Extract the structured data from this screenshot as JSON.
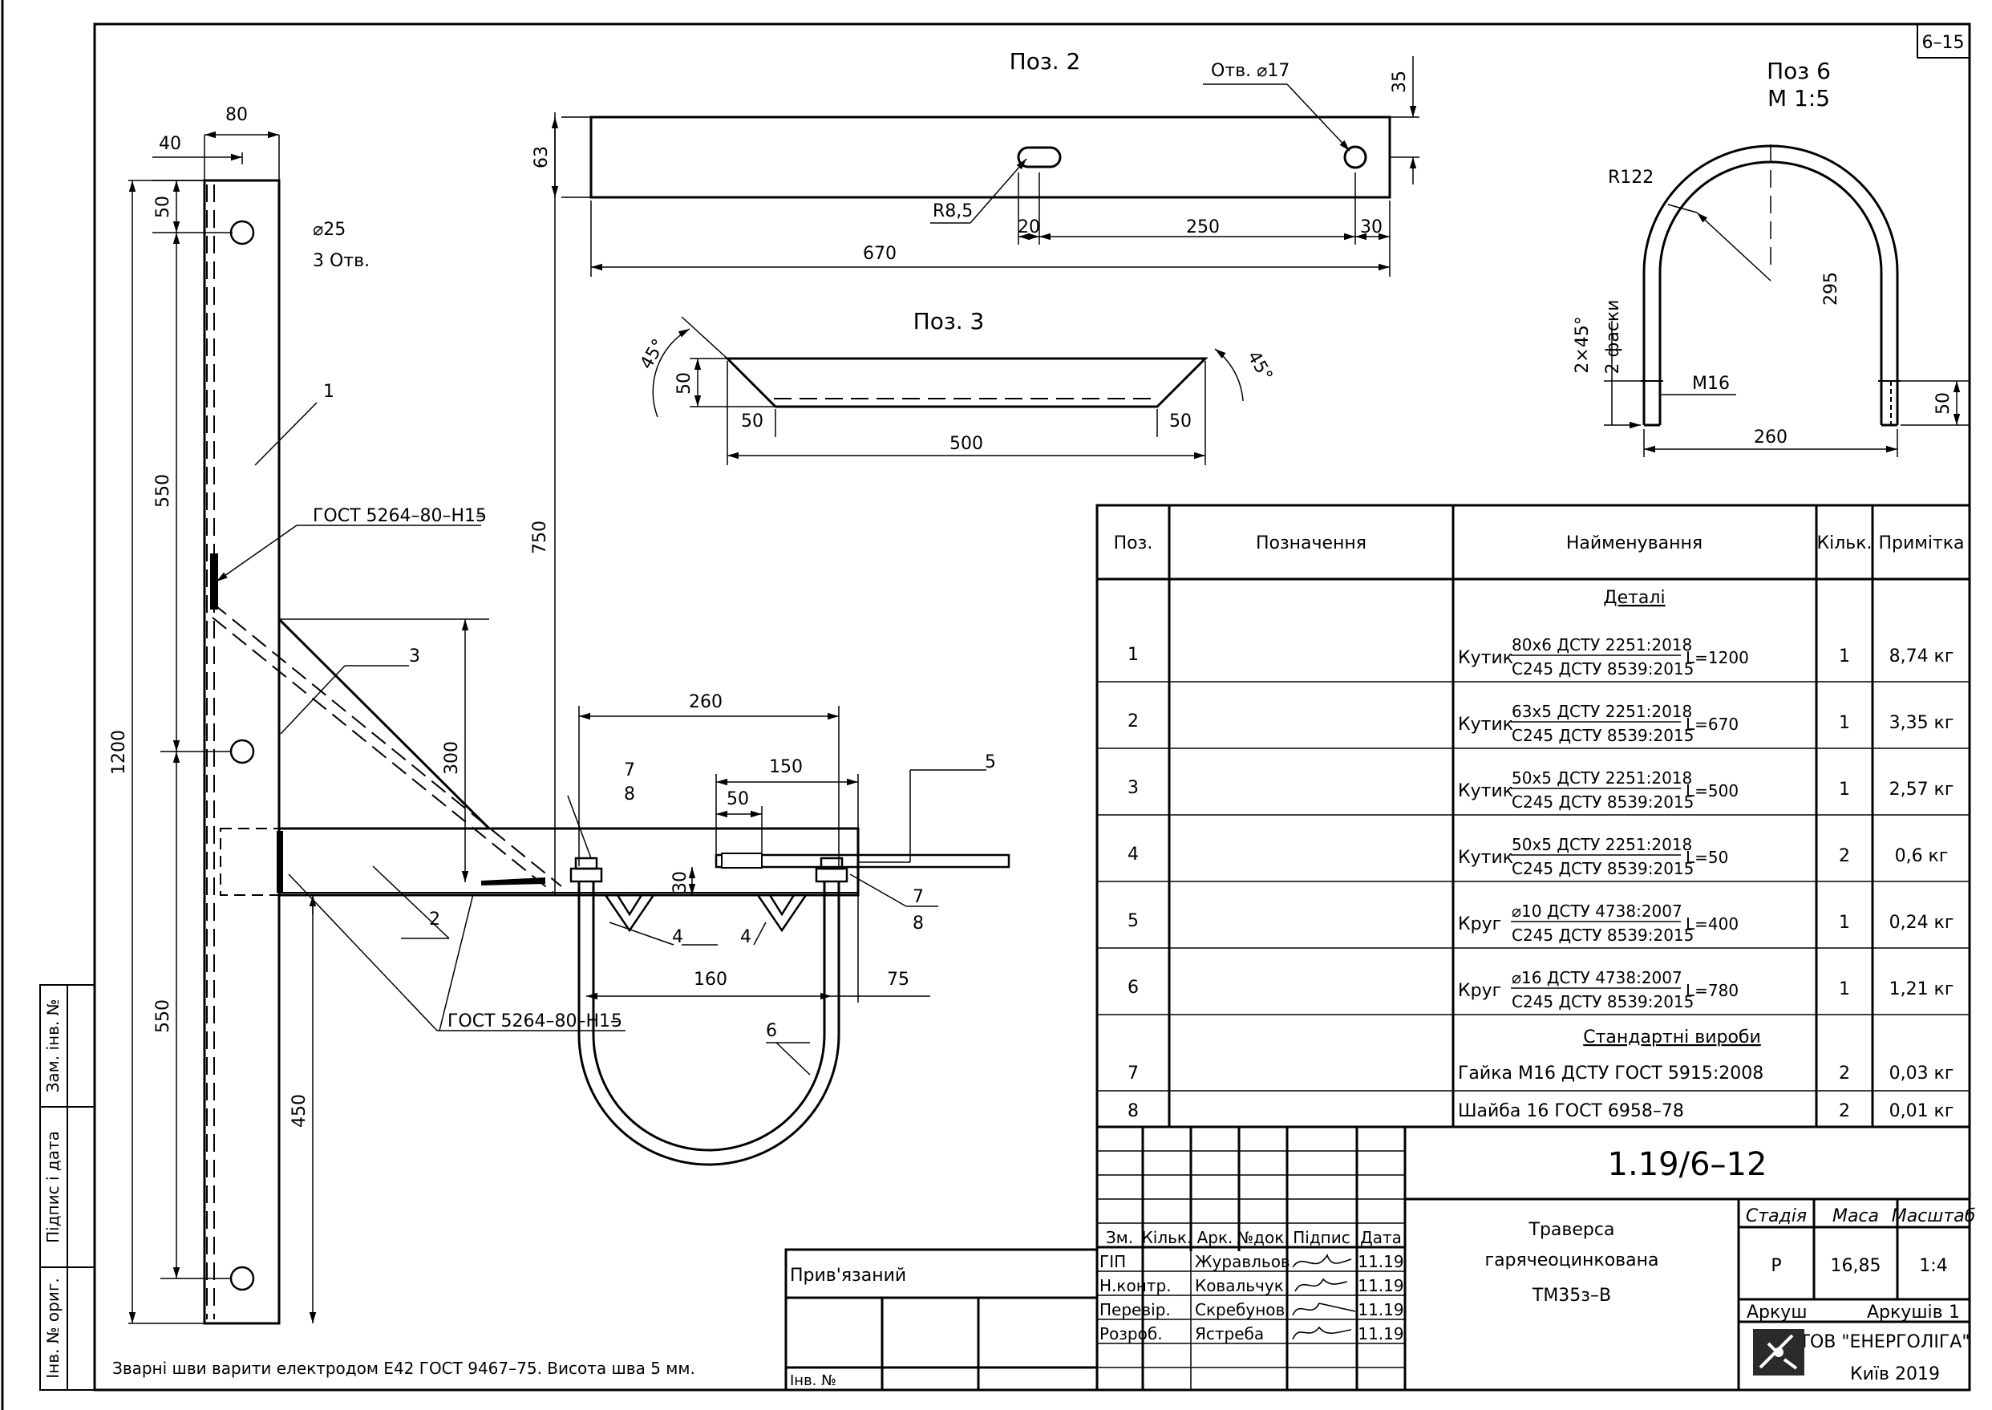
{
  "sheet_code": "6–15",
  "views": {
    "pos2": {
      "title": "Поз. 2",
      "hole": "Отв. ⌀17",
      "dim_35": "35",
      "dim_63": "63",
      "r85": "R8,5",
      "d20": "20",
      "d250": "250",
      "d30": "30",
      "d670": "670"
    },
    "pos3": {
      "title": "Поз. 3",
      "a45l": "45°",
      "a45r": "45°",
      "d50v": "50",
      "d50l": "50",
      "d50r": "50",
      "d500": "500"
    },
    "pos6": {
      "title": "Поз 6",
      "scale": "М 1:5",
      "r122": "R122",
      "d295": "295",
      "m16": "М16",
      "chamfer": "2×45°",
      "chamfer2": "2 фаски",
      "d50": "50",
      "d260": "260"
    },
    "main": {
      "d80": "80",
      "d40": "40",
      "d50": "50",
      "d550a": "550",
      "d1200": "1200",
      "d550b": "550",
      "d450": "450",
      "hole25": "⌀25",
      "holes3": "3 Отв.",
      "p1": "1",
      "p2": "2",
      "p3": "3",
      "p4a": "4",
      "p4b": "4",
      "p5": "5",
      "p6": "6",
      "p7a": "7",
      "p8a": "8",
      "p7b": "7",
      "p8b": "8",
      "weld1": "ГОСТ 5264–80–Н1–",
      "weld1b": "5",
      "weld2": "ГОСТ 5264–80–Н1–",
      "weld2b": "5",
      "d750": "750",
      "d300": "300",
      "d260": "260",
      "d150": "150",
      "d50m": "50",
      "d30m": "30",
      "d160": "160",
      "d75": "75"
    }
  },
  "spec": {
    "headers": [
      "Поз.",
      "Позначення",
      "Найменування",
      "Кільк.",
      "Примітка"
    ],
    "section_parts": "Деталі",
    "section_std": "Стандартні вироби",
    "rows": [
      {
        "pos": "1",
        "type": "Кутик",
        "top": "80х6 ДСТУ 2251:2018",
        "bottom": "С245 ДСТУ 8539:2015",
        "len": "L=1200",
        "qty": "1",
        "note": "8,74 кг"
      },
      {
        "pos": "2",
        "type": "Кутик",
        "top": "63х5 ДСТУ 2251:2018",
        "bottom": "С245 ДСТУ 8539:2015",
        "len": "L=670",
        "qty": "1",
        "note": "3,35 кг"
      },
      {
        "pos": "3",
        "type": "Кутик",
        "top": "50х5 ДСТУ 2251:2018",
        "bottom": "С245 ДСТУ 8539:2015",
        "len": "L=500",
        "qty": "1",
        "note": "2,57 кг"
      },
      {
        "pos": "4",
        "type": "Кутик",
        "top": "50х5 ДСТУ 2251:2018",
        "bottom": "С245 ДСТУ 8539:2015",
        "len": "L=50",
        "qty": "2",
        "note": "0,6 кг"
      },
      {
        "pos": "5",
        "type": "Круг",
        "top": "⌀10 ДСТУ 4738:2007",
        "bottom": "С245 ДСТУ 8539:2015",
        "len": "L=400",
        "qty": "1",
        "note": "0,24 кг"
      },
      {
        "pos": "6",
        "type": "Круг",
        "top": "⌀16 ДСТУ 4738:2007",
        "bottom": "С245 ДСТУ 8539:2015",
        "len": "L=780",
        "qty": "1",
        "note": "1,21 кг"
      }
    ],
    "std_rows": [
      {
        "pos": "7",
        "name": "Гайка М16 ДСТУ ГОСТ 5915:2008",
        "qty": "2",
        "note": "0,03 кг"
      },
      {
        "pos": "8",
        "name": "Шайба 16 ГОСТ 6958–78",
        "qty": "2",
        "note": "0,01 кг"
      }
    ]
  },
  "title_block": {
    "doc_code": "1.19/6–12",
    "name1": "Траверса",
    "name2": "гарячеоцинкована",
    "name3": "ТМ35з–В",
    "col_stage": "Стадія",
    "col_mass": "Маса",
    "col_scale": "Масштаб",
    "stage": "Р",
    "mass": "16,85",
    "scale": "1:4",
    "sheet_label": "Аркуш",
    "sheets_label": "Аркушів",
    "sheets": "1",
    "company": "ТОВ \"ЕНЕРГОЛІГА\"",
    "city": "Київ 2019",
    "cols": [
      "Зм.",
      "Кільк.",
      "Арк.",
      "№док.",
      "Підпис",
      "Дата"
    ],
    "people": [
      {
        "role": "ГІП",
        "name": "Журавльов",
        "date": "11.19"
      },
      {
        "role": "Н.контр.",
        "name": "Ковальчук",
        "date": "11.19"
      },
      {
        "role": "Перевір.",
        "name": "Скребунов",
        "date": "11.19"
      },
      {
        "role": "Розроб.",
        "name": "Ястреба",
        "date": "11.19"
      }
    ],
    "attached": "Прив'язаний",
    "inv": "Інв. №"
  },
  "side_labels": {
    "a": "Зам. інв. №",
    "b": "Підпис і дата",
    "c": "Інв. № ориг."
  },
  "note": "Зварні шви варити електродом Е42 ГОСТ 9467–75. Висота шва 5 мм."
}
